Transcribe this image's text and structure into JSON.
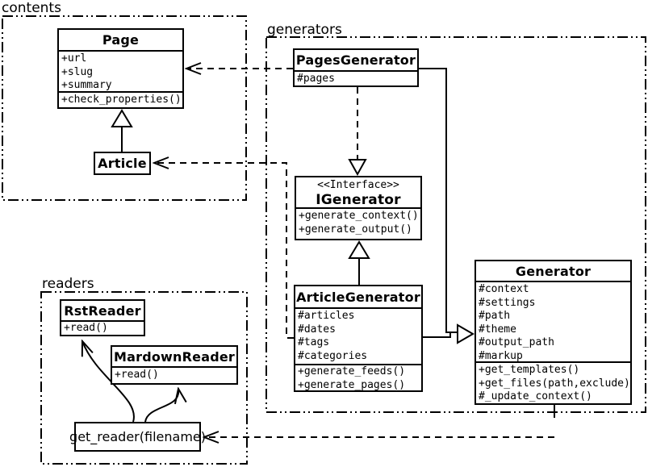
{
  "colors": {
    "stroke": "#000000",
    "background": "#ffffff"
  },
  "diagram": {
    "packages": {
      "contents": {
        "label": "contents"
      },
      "generators": {
        "label": "generators"
      },
      "readers": {
        "label": "readers"
      }
    },
    "classes": {
      "page": {
        "title": "Page",
        "attrs": [
          "+url",
          "+slug",
          "+summary"
        ],
        "methods": [
          "+check_properties()"
        ]
      },
      "article": {
        "title": "Article"
      },
      "pages_generator": {
        "title": "PagesGenerator",
        "attrs": [
          "#pages"
        ]
      },
      "igenerator": {
        "stereotype": "<<Interface>>",
        "title": "IGenerator",
        "methods": [
          "+generate_context()",
          "+generate_output()"
        ]
      },
      "article_generator": {
        "title": "ArticleGenerator",
        "attrs": [
          "#articles",
          "#dates",
          "#tags",
          "#categories"
        ],
        "methods": [
          "+generate_feeds()",
          "+generate_pages()"
        ]
      },
      "generator": {
        "title": "Generator",
        "attrs": [
          "#context",
          "#settings",
          "#path",
          "#theme",
          "#output_path",
          "#markup"
        ],
        "methods": [
          "+get_templates()",
          "+get_files(path,exclude)",
          "#_update_context()"
        ]
      },
      "rst_reader": {
        "title": "RstReader",
        "methods": [
          "+read()"
        ]
      },
      "mardown_reader": {
        "title": "MardownReader",
        "methods": [
          "+read()"
        ]
      },
      "get_reader": {
        "title": "get_reader(filename)"
      }
    },
    "relations": [
      {
        "type": "generalization",
        "from": "Article",
        "to": "Page"
      },
      {
        "type": "dependency",
        "from": "PagesGenerator",
        "to": "Page"
      },
      {
        "type": "dependency",
        "from": "ArticleGenerator",
        "to": "Article"
      },
      {
        "type": "realization",
        "from": "PagesGenerator",
        "to": "IGenerator"
      },
      {
        "type": "generalization",
        "from": "ArticleGenerator",
        "to": "IGenerator"
      },
      {
        "type": "generalization",
        "from": "PagesGenerator",
        "to": "Generator"
      },
      {
        "type": "generalization",
        "from": "ArticleGenerator",
        "to": "Generator"
      },
      {
        "type": "dependency",
        "from": "Generator",
        "to": "get_reader(filename)"
      },
      {
        "type": "flow",
        "from": "get_reader(filename)",
        "to": "RstReader"
      },
      {
        "type": "flow",
        "from": "get_reader(filename)",
        "to": "MardownReader"
      }
    ]
  }
}
